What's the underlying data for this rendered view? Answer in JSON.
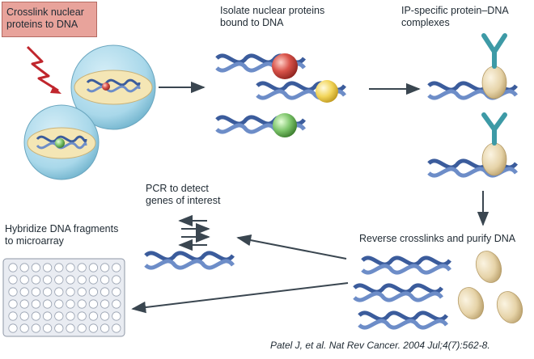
{
  "steps": {
    "crosslink": "Crosslink nuclear\nproteins to DNA",
    "isolate": "Isolate nuclear proteins\nbound to DNA",
    "ip": "IP-specific protein–DNA\ncomplexes",
    "reverse": "Reverse crosslinks and purify DNA",
    "pcr": "PCR to detect\ngenes of interest",
    "hybridize": "Hybridize DNA fragments\nto microarray"
  },
  "citation": "Patel J, et al. Nat Rev Cancer. 2004  Jul;4(7):562-8.",
  "colors": {
    "box_fill": "#e8a39b",
    "bolt": "#c0262d",
    "cell": "#a9d8ea",
    "nucleus": "#f4e6b5",
    "dna": "#3b5c9c",
    "protein_red": "#d9534a",
    "protein_yellow": "#f2d55a",
    "protein_green": "#7cc46a",
    "protein_tan": "#e6d3a8",
    "antibody": "#3d9aa6",
    "arrow": "#3a4650",
    "microarray": "#e9ecf2"
  },
  "icons": [
    "lightning-bolt-icon",
    "cell-icon",
    "dna-icon",
    "protein-icon",
    "antibody-icon",
    "arrow-icon",
    "microarray-icon"
  ]
}
